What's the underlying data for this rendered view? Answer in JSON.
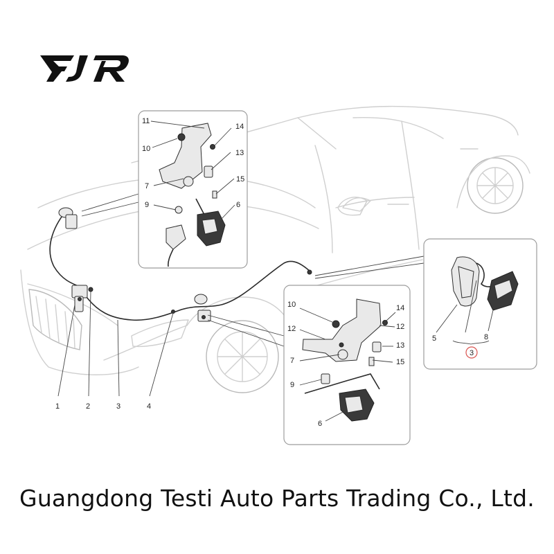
{
  "logo": {
    "text": "FJR"
  },
  "diagram": {
    "main_callouts": [
      "1",
      "2",
      "3",
      "4"
    ],
    "top_detail_callouts": [
      "11",
      "14",
      "10",
      "13",
      "7",
      "15",
      "9",
      "6"
    ],
    "bottom_detail_callouts": [
      "10",
      "14",
      "12",
      "12",
      "13",
      "7",
      "15",
      "9",
      "6"
    ],
    "right_detail_callouts": [
      "5",
      "8",
      "3"
    ],
    "highlight_color": "#d9534f"
  },
  "footer": {
    "company": "Guangdong Testi Auto Parts Trading Co., Ltd."
  }
}
